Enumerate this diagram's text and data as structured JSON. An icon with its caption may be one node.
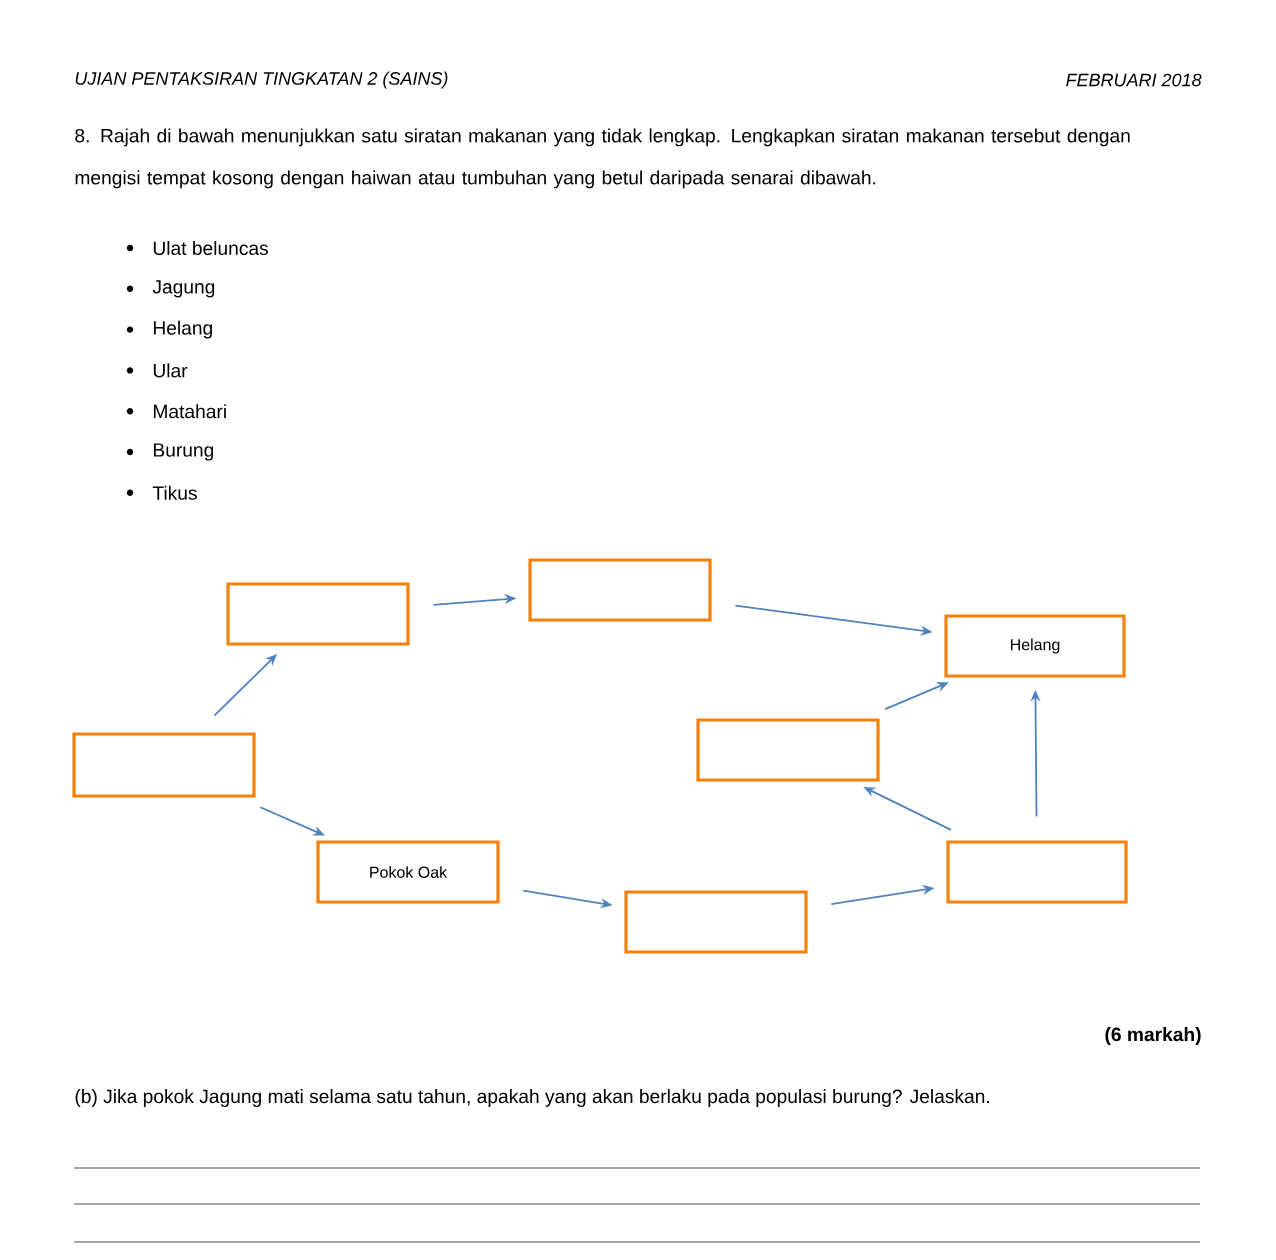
{
  "diagram": {
    "nodes": [
      {
        "text": [],
        "shape": "box"
      },
      {
        "text": [],
        "shape": "box"
      },
      {
        "text": [],
        "shape": "box"
      },
      {
        "text": [
          "Helang"
        ]
      },
      {
        "text": [
          "Pokok Oak"
        ]
      },
      {
        "text": [],
        "shape": "box"
      },
      {
        "text": [],
        "shape": "box"
      },
      {
        "text": [],
        "shape": "box"
      }
    ],
    "edges": [
      {
        "from": 0,
        "to": 1,
        "arrow": "to"
      },
      {
        "from": 1,
        "to": 2,
        "arrow": "to"
      },
      {
        "from": 2,
        "to": 3,
        "arrow": "to"
      },
      {
        "from": 0,
        "to": 4,
        "arrow": "to"
      },
      {
        "from": 4,
        "to": 5,
        "arrow": "to"
      },
      {
        "from": 5,
        "to": 7,
        "arrow": "to"
      },
      {
        "from": 7,
        "to": 6,
        "arrow": "to"
      },
      {
        "from": 6,
        "to": 3,
        "arrow": "to"
      },
      {
        "from": 7,
        "to": 3,
        "arrow": "to"
      }
    ],
    "labels": [
      "UJIAN PENTAKSIRAN TINGKATAN 2 (SAINS)",
      "FEBRUARI 2018",
      "8. Rajah di bawah menunjukkan satu siratan makanan yang tidak lengkap. Lengkapkan siratan makanan tersebut dengan mengisi tempat kosong dengan haiwan atau tumbuhan yang betul daripada senarai dibawah.",
      "Ulat beluncas",
      "Jagung",
      "Helang",
      "Ular",
      "Matahari",
      "Burung",
      "Tikus",
      "(6 markah)",
      "(b) Jika pokok Jagung mati selama satu tahun, apakah yang akan berlaku pada populasi burung? Jelaskan."
    ]
  }
}
